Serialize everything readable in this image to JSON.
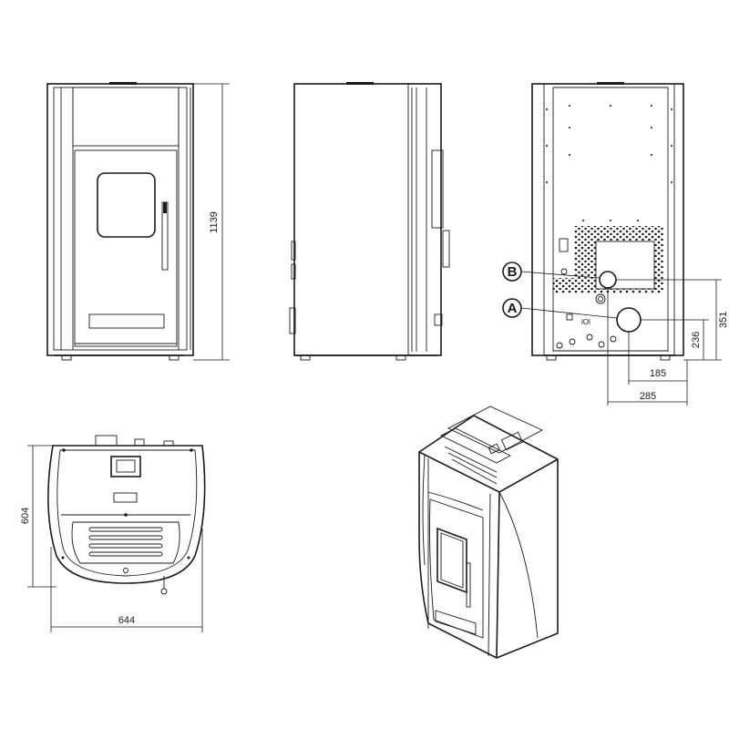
{
  "dimensions": {
    "front_height": "1139",
    "depth": "604",
    "width": "644",
    "outlet_b_height": "351",
    "inlet_a_height": "236",
    "inlet_a_offset": "185",
    "outlet_b_offset": "285"
  },
  "connections": {
    "a_label": "A",
    "b_label": "B"
  }
}
